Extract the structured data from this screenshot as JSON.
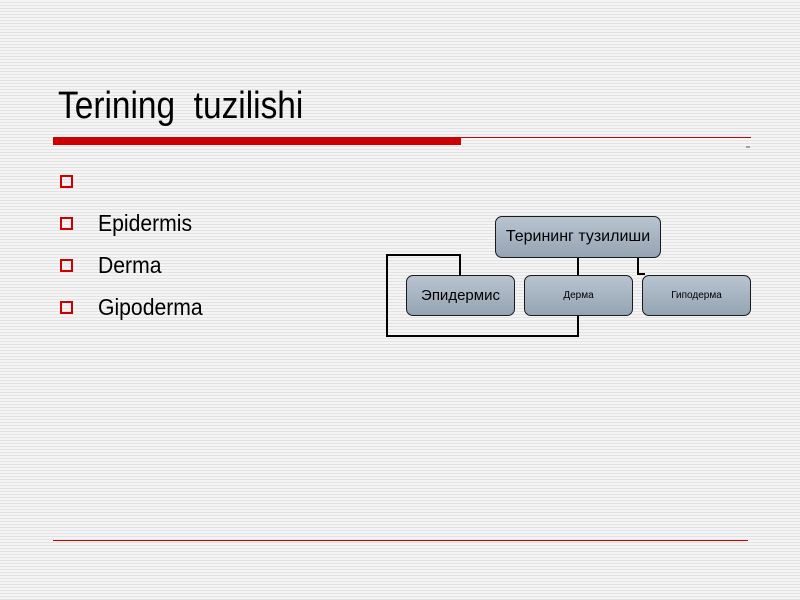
{
  "slide": {
    "title": "Terining  tuzilishi",
    "bullets": [
      {
        "label": ""
      },
      {
        "label": "Epidermis"
      },
      {
        "label": "Derma"
      },
      {
        "label": "Gipoderma"
      }
    ]
  },
  "diagram": {
    "root": "Терининг тузилиши",
    "children": [
      {
        "label": "Эпидермис"
      },
      {
        "label": "Дерма"
      },
      {
        "label": "Гиподерма"
      }
    ]
  },
  "colors": {
    "accent": "#cc0000",
    "node_fill_top": "#b8c4d0",
    "node_fill_bottom": "#95a4b3"
  },
  "icons": {
    "bullet": "hollow-square-bullet-icon"
  }
}
